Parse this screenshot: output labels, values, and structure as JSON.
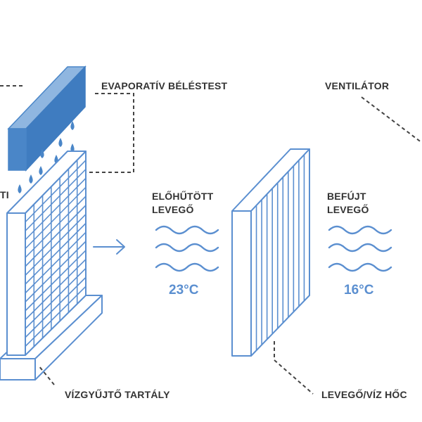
{
  "labels": {
    "evaporative_pad": "EVAPORATÍV BÉLÉSTEST",
    "fan": "VENTILÁTOR",
    "left_cut": "TI",
    "precooled_air_line1": "ELŐHŰTÖTT",
    "precooled_air_line2": "LEVEGŐ",
    "supply_air_line1": "BEFÚJT",
    "supply_air_line2": "LEVEGŐ",
    "water_tank": "VÍZGYŰJTŐ TARTÁLY",
    "heat_exchanger": "LEVEGŐ/VÍZ HŐC"
  },
  "temperatures": {
    "precooled": "23°C",
    "supply": "16°C"
  },
  "colors": {
    "accent": "#5b8fd0",
    "pad_fill": "#4a86c8",
    "text": "#333333",
    "leader": "#444444"
  }
}
